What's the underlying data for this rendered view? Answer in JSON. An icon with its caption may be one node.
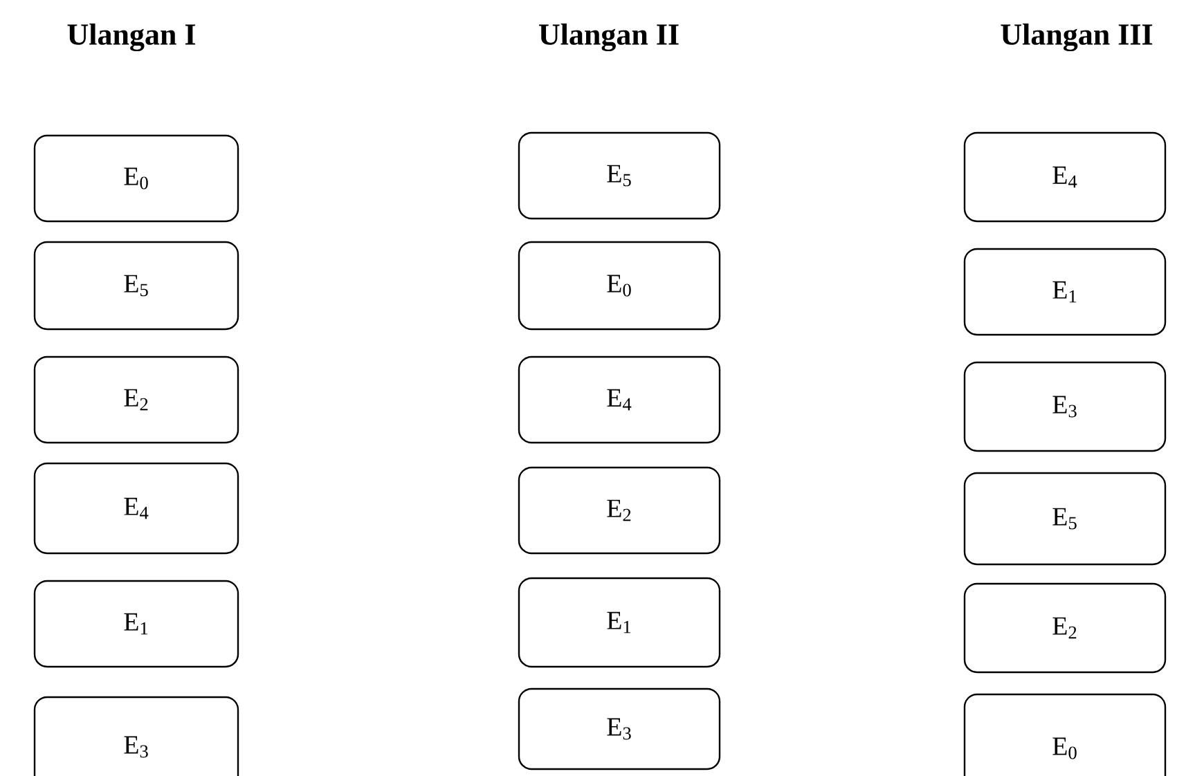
{
  "diagram": {
    "nodes": [
      {
        "text": [
          "E$_{0}$"
        ]
      },
      {
        "text": [
          "E$_{5}$"
        ]
      },
      {
        "text": [
          "E$_{2}$"
        ]
      },
      {
        "text": [
          "E$_{4}$"
        ]
      },
      {
        "text": [
          "E$_{1}$"
        ]
      },
      {
        "text": [
          "E$_{3}$"
        ]
      },
      {
        "text": [
          "E$_{5}$"
        ]
      },
      {
        "text": [
          "E$_{0}$"
        ]
      },
      {
        "text": [
          "E$_{4}$"
        ]
      },
      {
        "text": [
          "E$_{2}$"
        ]
      },
      {
        "text": [
          "E$_{1}$"
        ]
      },
      {
        "text": [
          "E$_{3}$"
        ]
      },
      {
        "text": [
          "E$_{4}$"
        ]
      },
      {
        "text": [
          "E$_{1}$"
        ]
      },
      {
        "text": [
          "E$_{3}$"
        ]
      },
      {
        "text": [
          "E$_{5}$"
        ]
      },
      {
        "text": [
          "E$_{2}$"
        ]
      },
      {
        "text": [
          "E$_{0}$"
        ]
      }
    ],
    "labels": [
      "Ulangan I",
      "Ulangan II",
      "Ulangan III"
    ]
  }
}
